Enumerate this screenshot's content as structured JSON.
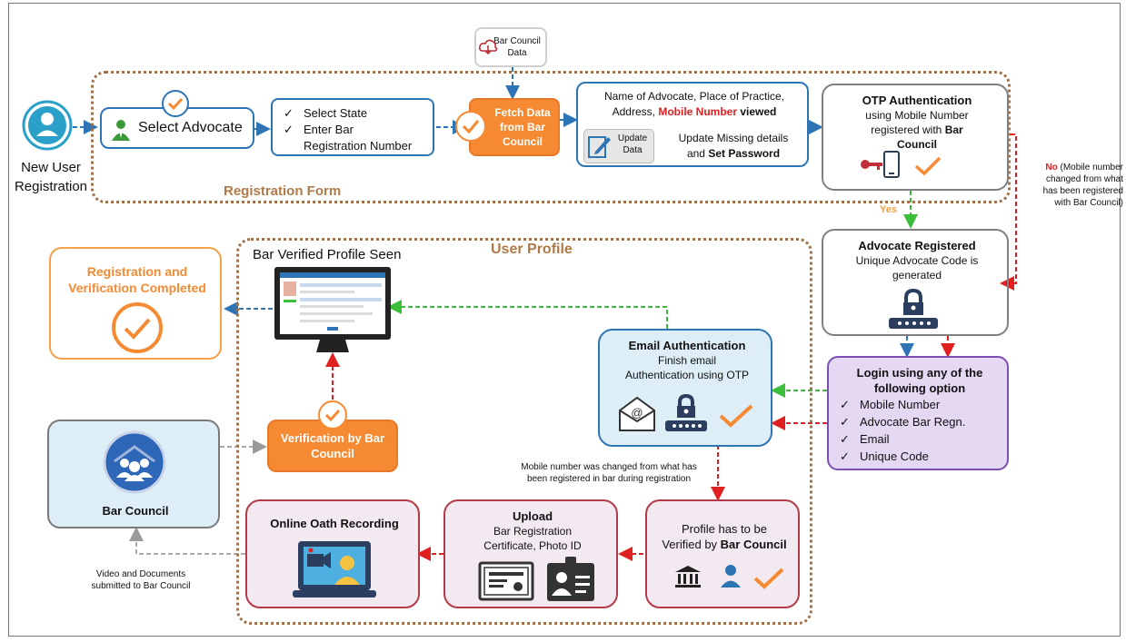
{
  "new_user": {
    "label_line1": "New User",
    "label_line2": "Registration"
  },
  "registration_form": {
    "region_label": "Registration Form",
    "select_advocate": "Select Advocate",
    "steps": [
      "Select State",
      "Enter Bar",
      "Registration Number"
    ],
    "fetch": [
      "Fetch Data",
      "from Bar",
      "Council"
    ],
    "bar_council_data": [
      "Bar Council",
      "Data"
    ],
    "viewed_line1": "Name of Advocate, Place of Practice,",
    "viewed_address": "Address,",
    "viewed_mobile": "Mobile Number",
    "viewed_word": "viewed",
    "update_button": [
      "Update",
      "Data"
    ],
    "update_text1": "Update Missing details",
    "update_text2_prefix": "and",
    "update_text2_bold": "Set Password",
    "otp_title": "OTP Authentication",
    "otp_line1": "using Mobile Number",
    "otp_line2": "registered with",
    "otp_bold1": "Bar",
    "otp_bold2": "Council"
  },
  "side_note": {
    "no": "No",
    "text": [
      "(Mobile number",
      "changed from what",
      "has been registered",
      "with Bar Council)"
    ]
  },
  "yes_label": "Yes",
  "advocate_registered": {
    "title": "Advocate Registered",
    "line1": "Unique Advocate Code is",
    "line2": "generated"
  },
  "login": {
    "title1": "Login using any of the",
    "title2": "following option",
    "options": [
      "Mobile Number",
      "Advocate Bar Regn.",
      "Email",
      "Unique Code"
    ]
  },
  "user_profile": {
    "region_label": "User Profile",
    "monitor_caption": "Bar Verified Profile Seen"
  },
  "email_auth": {
    "title": "Email Authentication",
    "line1": "Finish email",
    "line2": "Authentication using OTP"
  },
  "completed": {
    "line1": "Registration and",
    "line2": "Verification Completed"
  },
  "verification": {
    "line1": "Verification by Bar",
    "line2": "Council"
  },
  "bar_council": {
    "label": "Bar Council"
  },
  "mobile_changed_note": [
    "Mobile number was changed from what has",
    "been registered in bar during registration"
  ],
  "profile_verify": {
    "line1": "Profile has to be",
    "line2_prefix": "Verified by",
    "line2_bold": "Bar Council"
  },
  "upload": {
    "title": "Upload",
    "line1": "Bar Registration",
    "line2": "Certificate, Photo ID"
  },
  "oath": {
    "title": "Online Oath Recording"
  },
  "video_note": [
    "Video and Documents",
    "submitted to Bar Council"
  ],
  "colors": {
    "orange": "#f58a33",
    "dark_orange": "#e8782a",
    "blue_border": "#2e75b6",
    "purple_bg": "#e4d8f3",
    "purple_border": "#7b4fb3",
    "pink_bg": "#f3e9f0",
    "pink_border": "#b43a4a",
    "green": "#3bbf3b",
    "red": "#e02020",
    "grey": "#8a8a8a"
  },
  "icons": [
    "user-icon",
    "advocate-icon",
    "check-icon",
    "cloud-download-icon",
    "edit-icon",
    "key-icon",
    "phone-icon",
    "lock-icon",
    "monitor-icon",
    "email-icon",
    "group-icon",
    "courthouse-icon",
    "person-icon",
    "certificate-icon",
    "id-card-icon",
    "video-call-icon"
  ]
}
